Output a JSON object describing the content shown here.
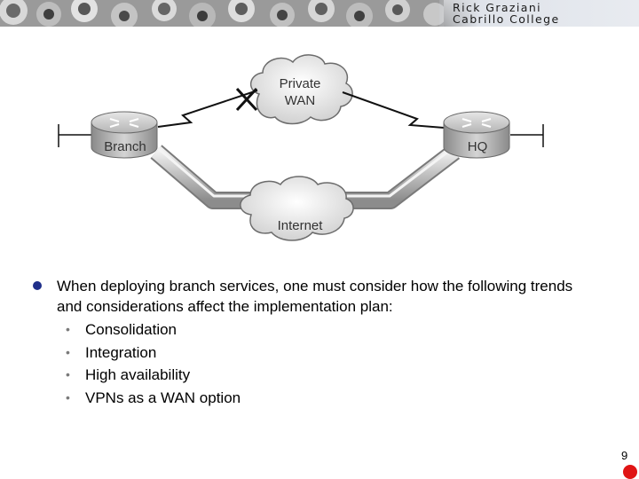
{
  "banner": {
    "line1": "Rick Graziani",
    "line2": "Cabrillo College"
  },
  "diagram": {
    "private_wan_line1": "Private",
    "private_wan_line2": "WAN",
    "internet_label": "Internet",
    "branch_label": "Branch",
    "hq_label": "HQ"
  },
  "content": {
    "main_bullet": "When deploying branch services, one must consider how the following trends and considerations affect the implementation plan:",
    "sub_bullets": [
      "Consolidation",
      "Integration",
      "High availability",
      "VPNs as a WAN option"
    ],
    "sub_bullet_symbol": "•"
  },
  "footer": {
    "page_number": "9"
  },
  "colors": {
    "main_bullet": "#1f2f8a",
    "corner_dot": "#e01414"
  }
}
